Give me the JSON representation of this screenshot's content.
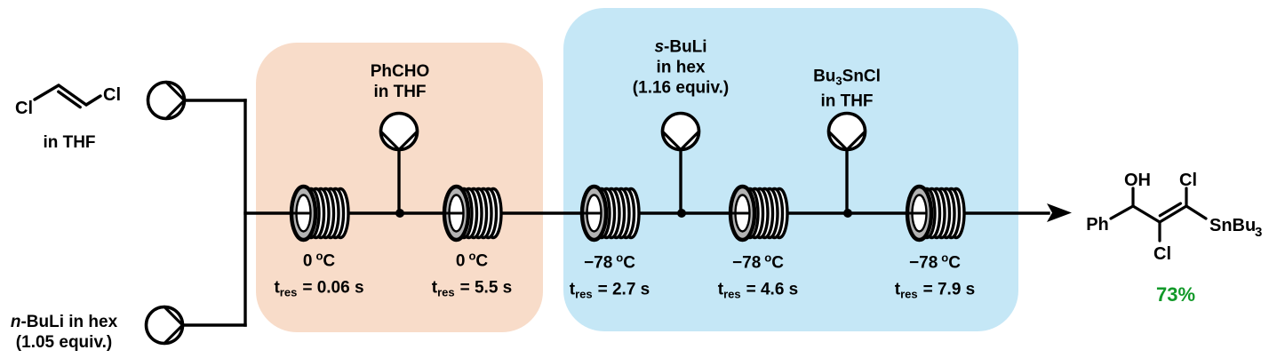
{
  "canvas": {
    "bg": "#ffffff"
  },
  "colors": {
    "stage1_bg": "#f8dcc9",
    "stage2_bg": "#c5e7f6",
    "line": "#000000",
    "yield_green": "#129929"
  },
  "icons": {
    "pump": "pump-icon (circle with inscribed flow triangle)",
    "coil": "coil-reactor-icon (ribbed tube coil)",
    "arrow": "flow-arrow-icon (right arrowhead)"
  },
  "feed_top": {
    "cl_left": "Cl",
    "cl_right": "Cl",
    "solvent": "in THF"
  },
  "feed_bottom": {
    "prefix_italic": "n",
    "name": "-BuLi in hex",
    "equiv": "(1.05 equiv.)"
  },
  "reagents": {
    "phcho": {
      "line1": "PhCHO",
      "line2": "in THF"
    },
    "sbuli": {
      "prefix_italic": "s",
      "name": "-BuLi",
      "line2": "in hex",
      "line3": "(1.16 equiv.)"
    },
    "bu3sncl": {
      "pre": "Bu",
      "sub": "3",
      "post": "SnCl",
      "line2": "in THF"
    }
  },
  "coils": [
    {
      "temp_value": "0",
      "temp_deg": "o",
      "temp_unit": "C",
      "t": "t",
      "t_sub": "res",
      "t_rest": "= 0.06 s"
    },
    {
      "temp_value": "0",
      "temp_deg": "o",
      "temp_unit": "C",
      "t": "t",
      "t_sub": "res",
      "t_rest": "= 5.5 s"
    },
    {
      "temp_value": "−78",
      "temp_deg": "o",
      "temp_unit": "C",
      "t": "t",
      "t_sub": "res",
      "t_rest": "= 2.7 s"
    },
    {
      "temp_value": "−78",
      "temp_deg": "o",
      "temp_unit": "C",
      "t": "t",
      "t_sub": "res",
      "t_rest": "= 4.6 s"
    },
    {
      "temp_value": "−78",
      "temp_deg": "o",
      "temp_unit": "C",
      "t": "t",
      "t_sub": "res",
      "t_rest": "= 7.9 s"
    }
  ],
  "product": {
    "oh": "OH",
    "cl_top": "Cl",
    "ph": "Ph",
    "sn_pre": "SnBu",
    "sn_sub": "3",
    "cl_bottom": "Cl",
    "yield": "73%"
  }
}
